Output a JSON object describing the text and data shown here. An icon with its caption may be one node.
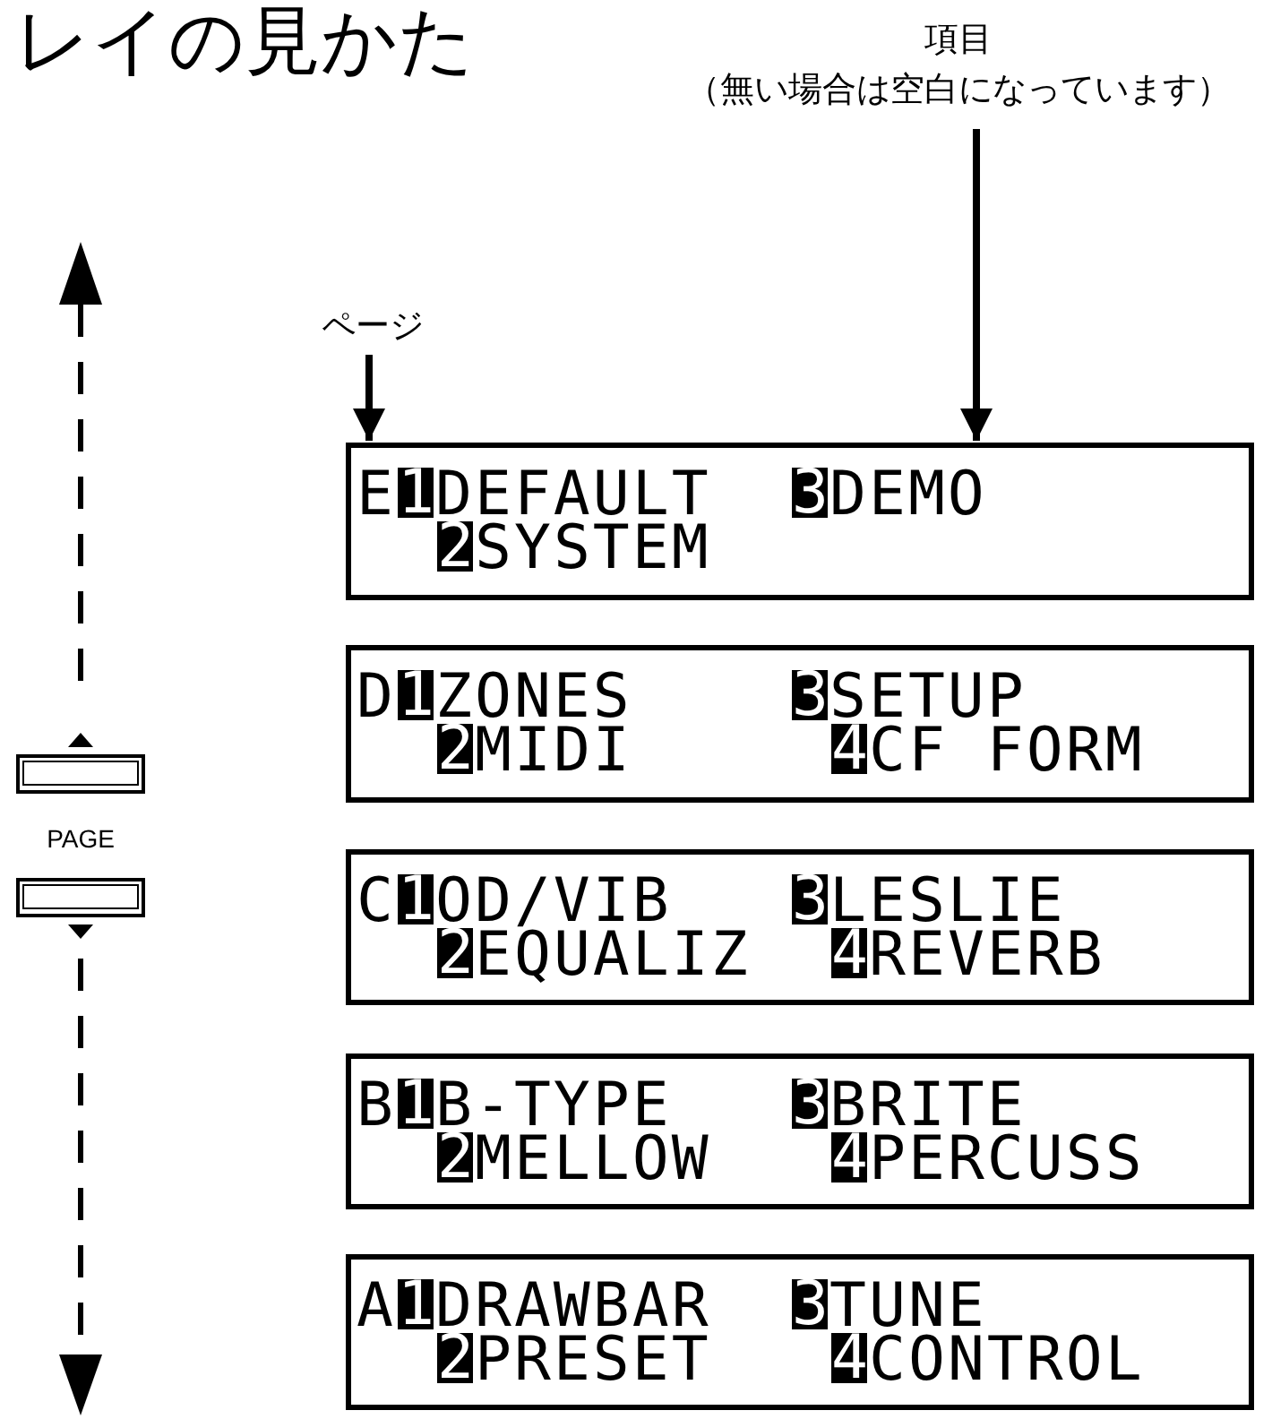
{
  "diagram": {
    "title": "レイの見かた",
    "nodes": [
      {
        "text": [
          "項目",
          "（無い場合は空白になっています）"
        ]
      },
      {
        "text": [
          "ページ"
        ]
      },
      {
        "text": [
          "E",
          "1",
          "DEFAULT",
          "3",
          "DEMO",
          "2",
          "SYSTEM"
        ]
      },
      {
        "text": [
          "D",
          "1",
          "ZONES",
          "3",
          "SETUP",
          "2",
          "MIDI",
          "4",
          "CF FORM"
        ]
      },
      {
        "text": [
          "C",
          "1",
          "OD/VIB",
          "3",
          "LESLIE",
          "2",
          "EQUALIZ",
          "4",
          "REVERB"
        ]
      },
      {
        "text": [
          "B",
          "1",
          "B-TYPE",
          "3",
          "BRITE",
          "2",
          "MELLOW",
          "4",
          "PERCUSS"
        ]
      },
      {
        "text": [
          "A",
          "1",
          "DRAWBAR",
          "3",
          "TUNE",
          "2",
          "PRESET",
          "4",
          "CONTROL"
        ]
      }
    ],
    "edges": [
      {
        "from": 1,
        "to": 2,
        "arrow": "to"
      },
      {
        "from": 0,
        "to": 2,
        "arrow": "to"
      }
    ],
    "labels": [
      "PAGE"
    ]
  }
}
